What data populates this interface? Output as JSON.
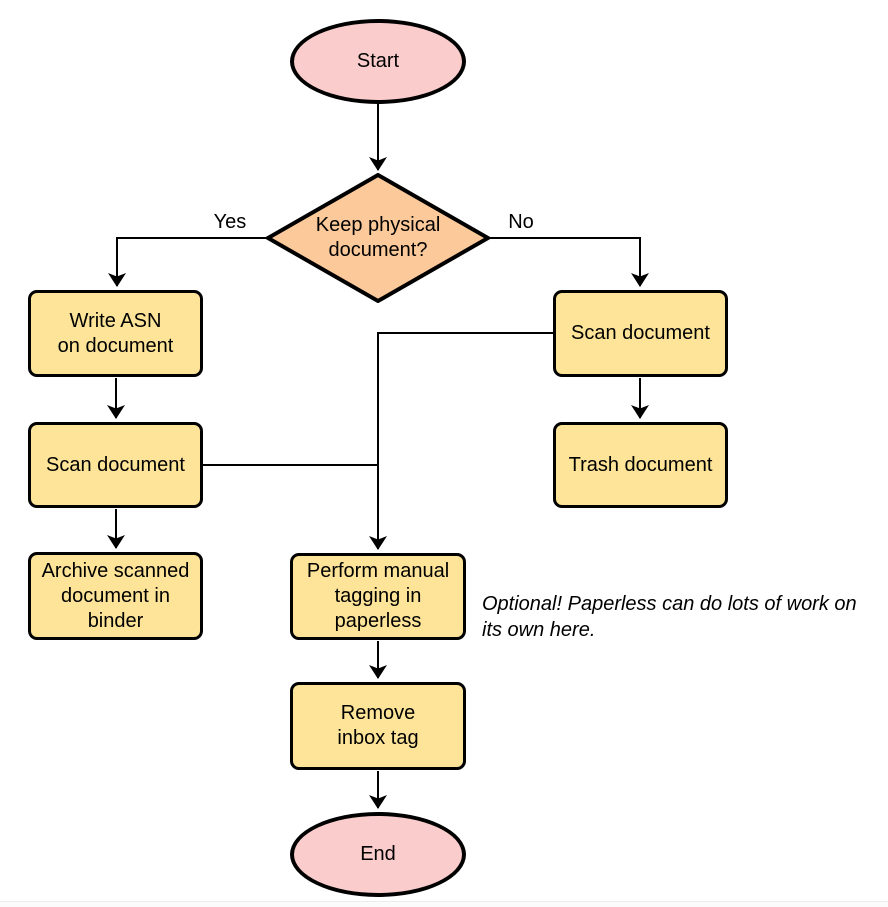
{
  "flowchart": {
    "nodes": {
      "start": {
        "label": "Start"
      },
      "decision": {
        "label": "Keep physical\ndocument?"
      },
      "write_asn": {
        "label": "Write ASN\non document"
      },
      "scan_left": {
        "label": "Scan document"
      },
      "archive": {
        "label": "Archive scanned\ndocument in\nbinder"
      },
      "scan_right": {
        "label": "Scan document"
      },
      "trash": {
        "label": "Trash document"
      },
      "tagging": {
        "label": "Perform manual\ntagging in\npaperless"
      },
      "remove_inbox": {
        "label": "Remove\ninbox tag"
      },
      "end": {
        "label": "End"
      }
    },
    "edge_labels": {
      "yes": "Yes",
      "no": "No"
    },
    "annotation": "Optional! Paperless can do lots of work on\nits own here.",
    "colors": {
      "terminator_fill": "#FACCCC",
      "decision_fill": "#FCCA9A",
      "process_fill": "#FDE498",
      "stroke": "#000000"
    }
  }
}
